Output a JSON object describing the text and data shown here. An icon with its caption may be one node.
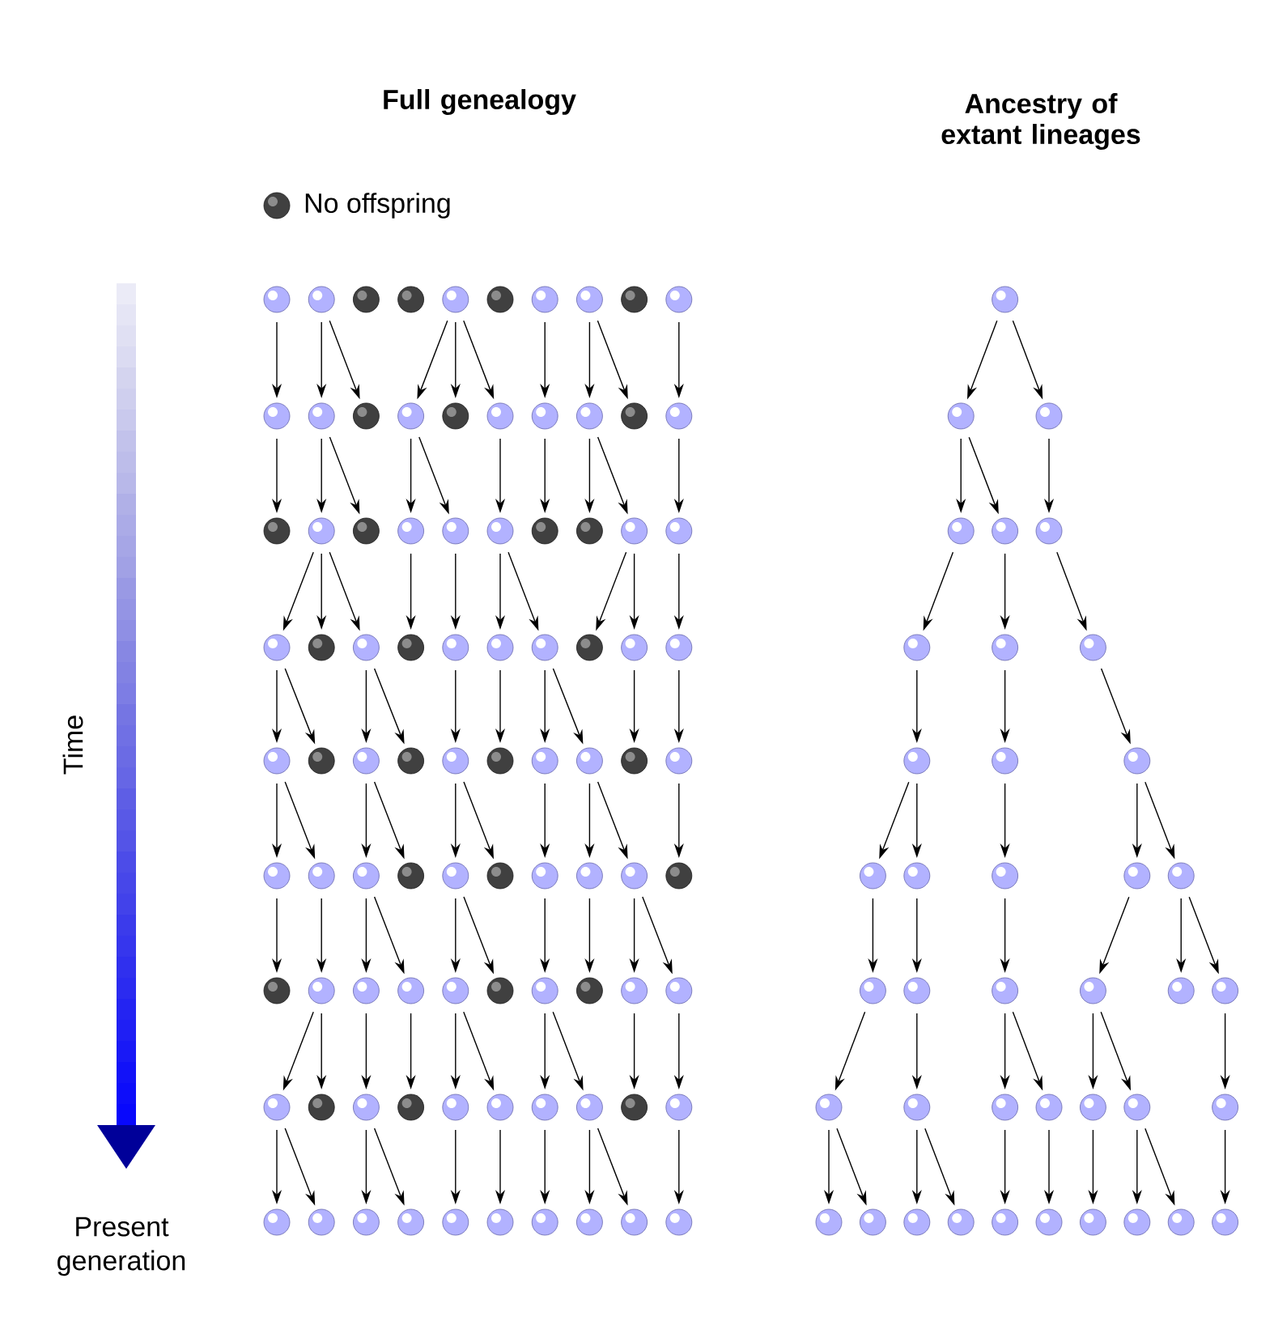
{
  "diagram": {
    "labels": [
      "Full genealogy",
      "Ancestry of extant lineages",
      "Time",
      "Present generation"
    ],
    "legend": [
      {
        "text": "No offspring"
      }
    ]
  }
}
